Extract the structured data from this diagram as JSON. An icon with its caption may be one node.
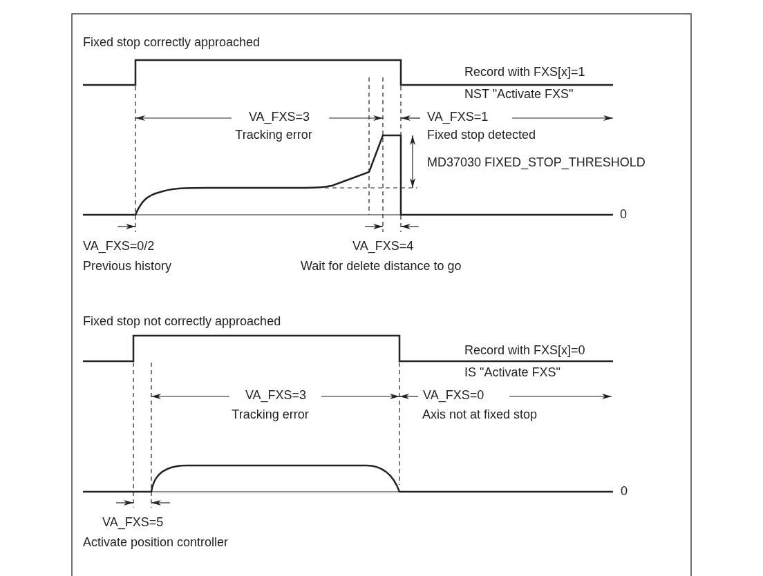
{
  "diagram": {
    "labels": [
      "Fixed stop correctly approached",
      "Record with FXS[x]=1",
      "NST \"Activate FXS\"",
      "VA_FXS=3",
      "VA_FXS=1",
      "Tracking error",
      "Fixed stop detected",
      "MD37030 FIXED_STOP_THRESHOLD",
      "0",
      "VA_FXS=0/2",
      "VA_FXS=4",
      "Previous history",
      "Wait for delete distance to go",
      "Fixed stop not correctly approached",
      "Record with FXS[x]=0",
      "IS \"Activate FXS\"",
      "VA_FXS=3",
      "VA_FXS=0",
      "Tracking error",
      "Axis not at fixed stop",
      "0",
      "VA_FXS=5",
      "Activate position controller"
    ]
  }
}
